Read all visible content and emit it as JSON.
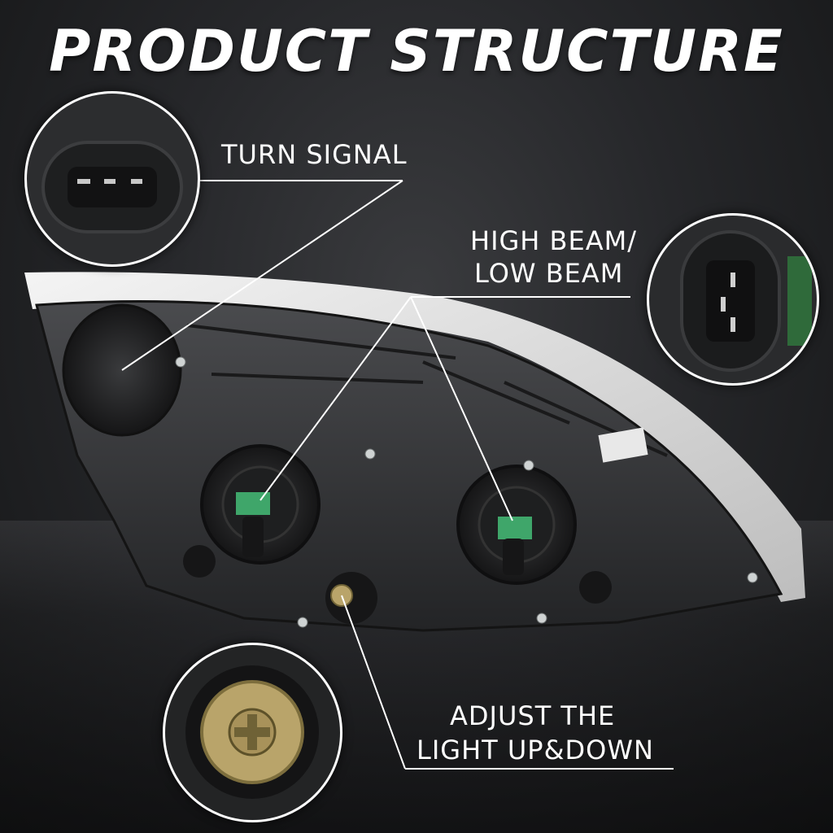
{
  "title": "PRODUCT STRUCTURE",
  "callouts": {
    "turn_signal": "TURN SIGNAL",
    "beam_line1": "HIGH BEAM/",
    "beam_line2": "LOW BEAM",
    "adjust_line1": "ADJUST THE",
    "adjust_line2": "LIGHT UP&DOWN"
  },
  "colors": {
    "text": "#ffffff",
    "housing": "#2b2c2e",
    "bulb_label": "#3fa66a",
    "screw": "#b9a46a"
  }
}
